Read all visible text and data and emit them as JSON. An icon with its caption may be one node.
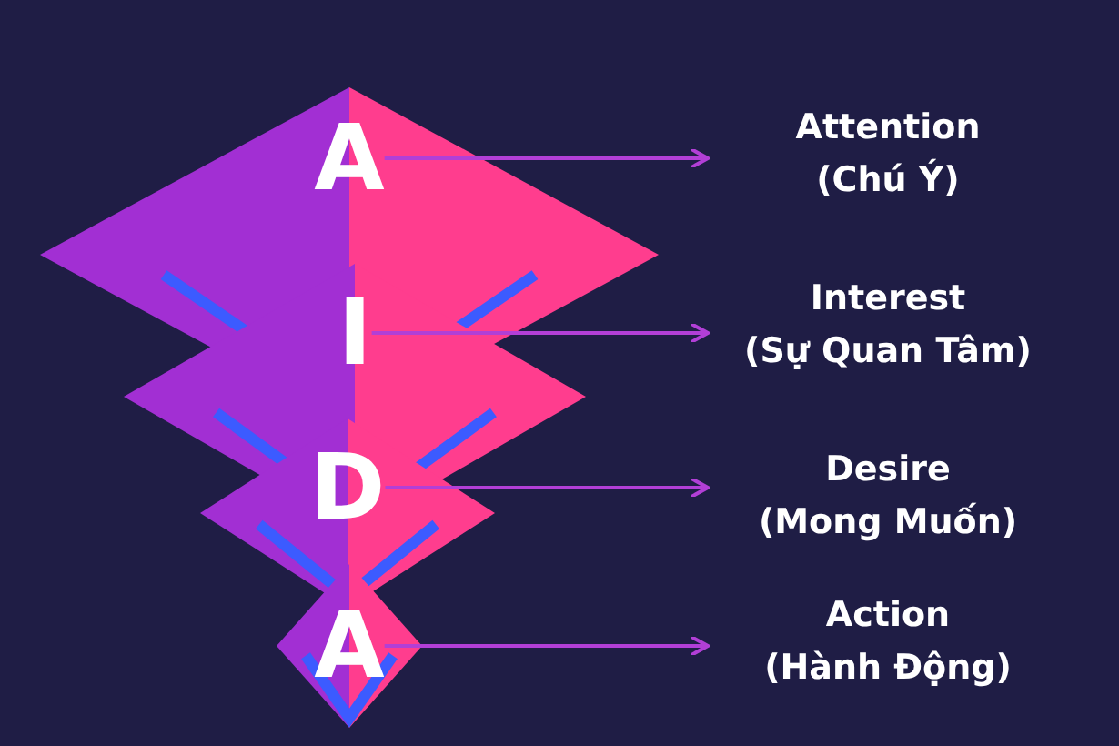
{
  "diagram": {
    "nodes": [
      {
        "text": [
          "A"
        ]
      },
      {
        "text": [
          "I"
        ]
      },
      {
        "text": [
          "D"
        ]
      },
      {
        "text": [
          "A"
        ]
      },
      {
        "text": [
          "Attention",
          "(Chú Ý)"
        ]
      },
      {
        "text": [
          "Interest",
          "(Sự Quan Tâm)"
        ]
      },
      {
        "text": [
          "Desire",
          "(Mong Muốn)"
        ]
      },
      {
        "text": [
          "Action",
          "(Hành Động)"
        ]
      }
    ],
    "edges": [
      {
        "from": 0,
        "to": 4,
        "arrow": "to"
      },
      {
        "from": 1,
        "to": 5,
        "arrow": "to"
      },
      {
        "from": 2,
        "to": 6,
        "arrow": "to"
      },
      {
        "from": 3,
        "to": 7,
        "arrow": "to"
      }
    ]
  }
}
